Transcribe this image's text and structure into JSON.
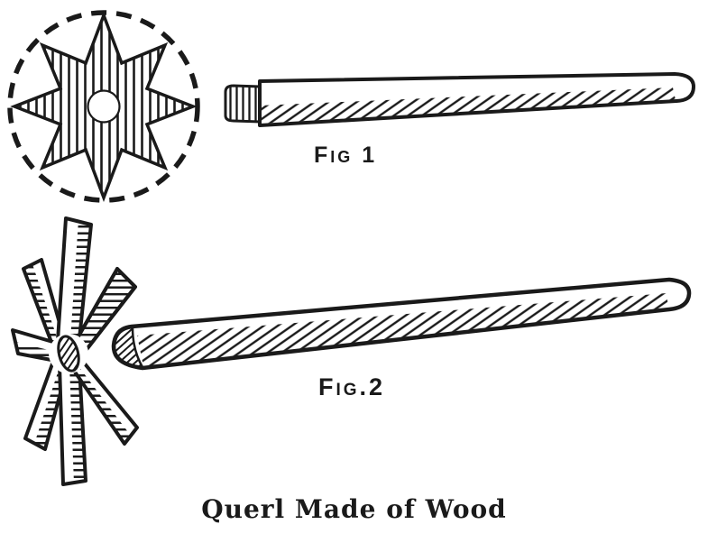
{
  "labels": {
    "fig1": "Fig 1",
    "fig2": "Fig.2"
  },
  "caption": {
    "text": "Querl Made of Wood"
  },
  "colors": {
    "ink": "#1a1a1a",
    "paper": "#ffffff"
  }
}
